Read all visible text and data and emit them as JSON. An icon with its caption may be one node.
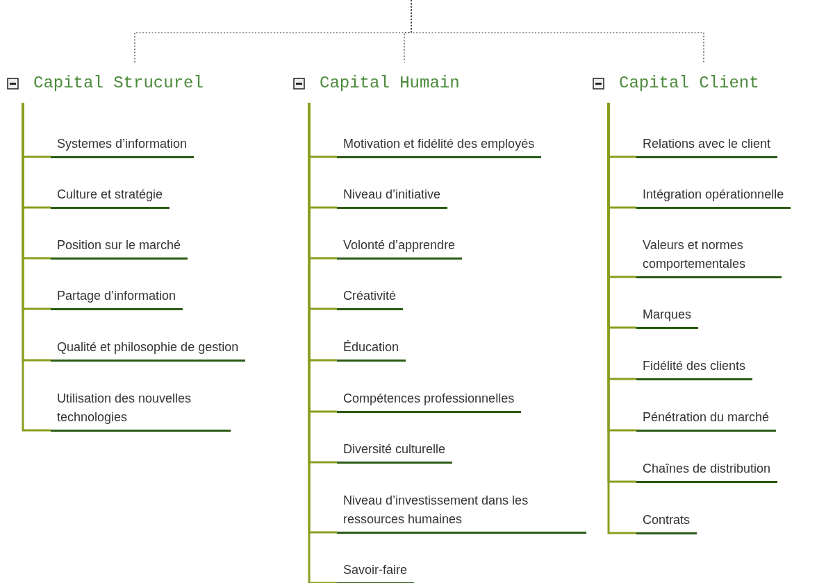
{
  "diagram": {
    "nodes": [
      {
        "text": [
          "Capital Strucurel"
        ]
      },
      {
        "text": [
          "Systemes d’information"
        ]
      },
      {
        "text": [
          "Culture et stratégie"
        ]
      },
      {
        "text": [
          "Position sur le marché"
        ]
      },
      {
        "text": [
          "Partage d’information"
        ]
      },
      {
        "text": [
          "Qualité et philosophie de gestion"
        ]
      },
      {
        "text": [
          "Utilisation des nouvelles technologies"
        ]
      },
      {
        "text": [
          "Capital Humain"
        ]
      },
      {
        "text": [
          "Motivation et fidélité des employés"
        ]
      },
      {
        "text": [
          "Niveau d’initiative"
        ]
      },
      {
        "text": [
          "Volonté d’apprendre"
        ]
      },
      {
        "text": [
          "Créativité"
        ]
      },
      {
        "text": [
          "Éducation"
        ]
      },
      {
        "text": [
          "Compétences professionnelles"
        ]
      },
      {
        "text": [
          "Diversité culturelle"
        ]
      },
      {
        "text": [
          "Niveau d’investissement dans les ressources humaines"
        ]
      },
      {
        "text": [
          "Savoir-faire"
        ]
      },
      {
        "text": [
          "Capital Client"
        ]
      },
      {
        "text": [
          "Relations avec le client"
        ]
      },
      {
        "text": [
          "Intégration opérationnelle"
        ]
      },
      {
        "text": [
          "Valeurs et normes comportementales"
        ]
      },
      {
        "text": [
          "Marques"
        ]
      },
      {
        "text": [
          "Fidélité des clients"
        ]
      },
      {
        "text": [
          "Pénétration du marché"
        ]
      },
      {
        "text": [
          "Chaînes de distribution"
        ]
      },
      {
        "text": [
          "Contrats"
        ]
      }
    ],
    "edges": [
      {
        "from": null,
        "to": 0,
        "arrow": "none",
        "style": "dashed",
        "color": "#333333"
      },
      {
        "from": null,
        "to": 7,
        "arrow": "none",
        "style": "dashed",
        "color": "#333333"
      },
      {
        "from": null,
        "to": 17,
        "arrow": "none",
        "style": "dashed",
        "color": "#333333"
      },
      {
        "from": 0,
        "to": 1,
        "arrow": "none"
      },
      {
        "from": 0,
        "to": 2,
        "arrow": "none"
      },
      {
        "from": 0,
        "to": 3,
        "arrow": "none"
      },
      {
        "from": 0,
        "to": 4,
        "arrow": "none"
      },
      {
        "from": 0,
        "to": 5,
        "arrow": "none"
      },
      {
        "from": 0,
        "to": 6,
        "arrow": "none"
      },
      {
        "from": 7,
        "to": 8,
        "arrow": "none"
      },
      {
        "from": 7,
        "to": 9,
        "arrow": "none"
      },
      {
        "from": 7,
        "to": 10,
        "arrow": "none"
      },
      {
        "from": 7,
        "to": 11,
        "arrow": "none"
      },
      {
        "from": 7,
        "to": 12,
        "arrow": "none"
      },
      {
        "from": 7,
        "to": 13,
        "arrow": "none"
      },
      {
        "from": 7,
        "to": 14,
        "arrow": "none"
      },
      {
        "from": 7,
        "to": 15,
        "arrow": "none"
      },
      {
        "from": 7,
        "to": 16,
        "arrow": "none"
      },
      {
        "from": 17,
        "to": 18,
        "arrow": "none"
      },
      {
        "from": 17,
        "to": 19,
        "arrow": "none"
      },
      {
        "from": 17,
        "to": 20,
        "arrow": "none"
      },
      {
        "from": 17,
        "to": 21,
        "arrow": "none"
      },
      {
        "from": 17,
        "to": 22,
        "arrow": "none"
      },
      {
        "from": 17,
        "to": 23,
        "arrow": "none"
      },
      {
        "from": 17,
        "to": 24,
        "arrow": "none"
      },
      {
        "from": 17,
        "to": 25,
        "arrow": "none"
      }
    ]
  }
}
